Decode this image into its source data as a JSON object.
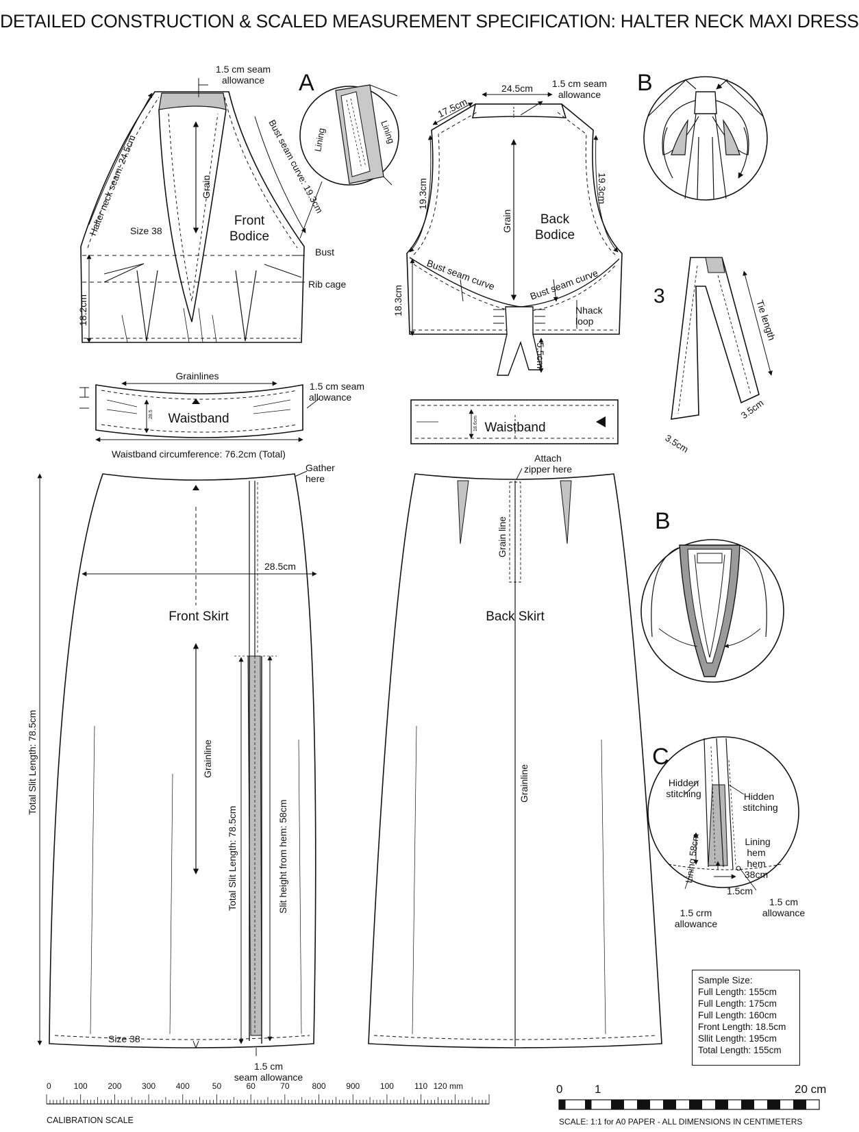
{
  "title": "DETAILED CONSTRUCTION & SCALED MEASUREMENT SPECIFICATION: HALTER NECK MAXI DRESS",
  "front_bodice": {
    "name_line1": "Front",
    "name_line2": "Bodice",
    "seam_allowance_line1": "1.5 cm seam",
    "seam_allowance_line2": "allowance",
    "halter_seam": "Halter neck seam: 24.5cm",
    "bust_curve": "Bust seam curve: 19.3cm",
    "grain": "Grain",
    "size": "Size 38",
    "bust": "Bust",
    "rib_cage": "Rib cage",
    "height": "18.2cm"
  },
  "detail_a": {
    "letter": "A",
    "lining_left": "Lining",
    "lining_right": "Lining"
  },
  "back_bodice": {
    "name_line1": "Back",
    "name_line2": "Bodice",
    "neck_width": "24.5cm",
    "shoulder": "17.5cm",
    "seam_allowance_line1": "1.5 cm seam",
    "seam_allowance_line2": "allowance",
    "side_left": "19.3cm",
    "side_right": "19.3cm",
    "grain": "Grain",
    "bust_curve_left": "Bust seam curve",
    "bust_curve_right": "Bust seam curve",
    "height": "18.3cm",
    "loop_line1": "Nhack",
    "loop_line2": "loop",
    "tab": "5.5cm"
  },
  "detail_b_top": {
    "letter": "B"
  },
  "tie": {
    "number": "3",
    "length": "Tie length",
    "width_right": "3.5cm",
    "width_left": "3.5cm"
  },
  "front_waistband": {
    "name": "Waistband",
    "grainlines": "Grainlines",
    "seam_line1": "1.5 cm seam",
    "seam_line2": "allowance",
    "inner_height": "28.5",
    "circumference": "Waistband circumference: 76.2cm (Total)"
  },
  "back_waistband": {
    "name": "Waistband",
    "inner_height": "18.6cm"
  },
  "front_skirt": {
    "name": "Front Skirt",
    "gather_line1": "Gather",
    "gather_line2": "here",
    "width": "28.5cm",
    "grainline": "Grainline",
    "total_slit_left": "Total Slit Length: 78.5cm",
    "total_slit_inner": "Total Slit Length: 78.5cm",
    "slit_height": "Slit height from hem: 58cm",
    "size": "Size 38",
    "hem_seam_line1": "1.5 cm",
    "hem_seam_line2": "seam allowance"
  },
  "back_skirt": {
    "name": "Back Skirt",
    "zipper_line1": "Attach",
    "zipper_line2": "zipper here",
    "grainline_top": "Grain line",
    "grainline_mid": "Grainline"
  },
  "detail_b_mid": {
    "letter": "B"
  },
  "detail_c": {
    "letter": "C",
    "hidden_left_line1": "Hidden",
    "hidden_left_line2": "stitching",
    "hidden_right_line1": "Hidden",
    "hidden_right_line2": "stitching",
    "lining": "Lining 58cm",
    "hem_line1": "Lining",
    "hem_line2": "hem",
    "hem_line3": "hem",
    "hem_line4": "38cm",
    "dim_1_5": "1.5cm",
    "allow_left_line1": "1.5 crm",
    "allow_left_line2": "allowance",
    "allow_right_line1": "1.5 cm",
    "allow_right_line2": "allowance"
  },
  "sample_size": {
    "heading": "Sample Size:",
    "lines": [
      "Full Length: 155cm",
      "Full Length: 175cm",
      "Full Length: 160cm",
      "Front Length: 18.5cm",
      "Sllit Length: 195cm",
      "Total Length: 155cm"
    ]
  },
  "calibration": {
    "label": "CALIBRATION SCALE",
    "ticks": [
      "0",
      "100",
      "200",
      "300",
      "400",
      "50",
      "60",
      "70",
      "800",
      "900",
      "100",
      "110",
      "120 mm"
    ],
    "scale_start": "0",
    "scale_one": "1",
    "scale_end": "20 cm",
    "scale_note": "SCALE: 1:1 for A0 PAPER - ALL DIMENSIONS IN CENTIMETERS"
  }
}
